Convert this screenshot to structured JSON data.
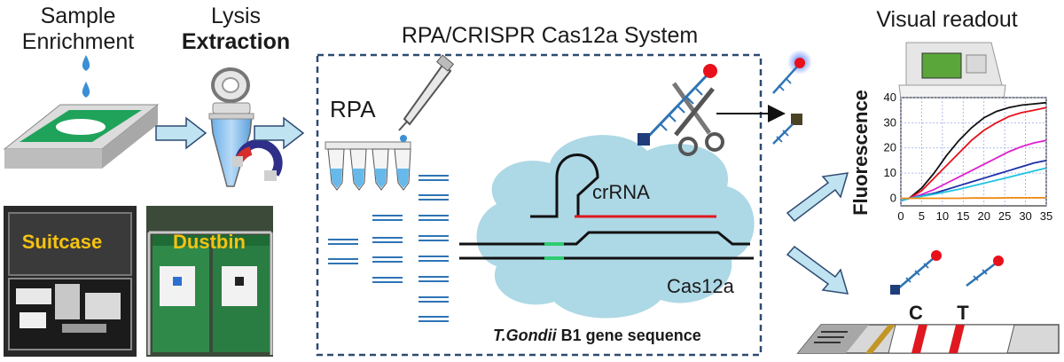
{
  "labels": {
    "sample_line1": "Sample",
    "sample_line2": "Enrichment",
    "lysis_line1": "Lysis",
    "lysis_line2": "Extraction",
    "system_title": "RPA/CRISPR Cas12a System",
    "rpa": "RPA",
    "crrna": "crRNA",
    "cas12a": "Cas12a",
    "gene_italic": "T.Gondii",
    "gene_rest": " B1 gene sequence",
    "visual_readout": "Visual readout",
    "suitcase": "Suitcase",
    "dustbin": "Dustbin",
    "strip_c": "C",
    "strip_t": "T"
  },
  "icons": [
    "water-drop-icon",
    "slide-icon",
    "tube-icon",
    "magnet-icon",
    "pipette-icon",
    "scissors-icon",
    "probe-icon",
    "device-icon",
    "strip-icon"
  ],
  "colors": {
    "frame": "#2e4a72",
    "cloud": "#add8e6",
    "arrow": "#bfe3f0",
    "red_strand": "#e0181f",
    "green_mark": "#2ecc71",
    "reporter_red": "#e8101a",
    "quencher_blue": "#1f3d7a"
  },
  "chart_data": {
    "type": "line",
    "title": "",
    "xlabel": "",
    "ylabel": "Fluorescence",
    "xlim": [
      0,
      35
    ],
    "ylim": [
      -3,
      40
    ],
    "xticks": [
      0,
      5,
      10,
      15,
      20,
      25,
      30,
      35
    ],
    "yticks": [
      0,
      10,
      20,
      30,
      40
    ],
    "grid": true,
    "series": [
      {
        "color": "#111111",
        "x": [
          0,
          2,
          5,
          8,
          11,
          14,
          17,
          20,
          23,
          26,
          29,
          32,
          35
        ],
        "y": [
          -1,
          0,
          4,
          10,
          17,
          23,
          28,
          32,
          34.5,
          36,
          37,
          37.5,
          38
        ]
      },
      {
        "color": "#e8101a",
        "x": [
          0,
          2,
          5,
          8,
          11,
          14,
          17,
          20,
          23,
          26,
          29,
          32,
          35
        ],
        "y": [
          -1,
          0,
          3,
          8,
          13,
          18,
          23,
          27,
          30,
          32.5,
          34,
          35,
          36
        ]
      },
      {
        "color": "#e020d0",
        "x": [
          0,
          2,
          5,
          8,
          11,
          14,
          17,
          20,
          23,
          26,
          29,
          32,
          35
        ],
        "y": [
          -1,
          0,
          1.5,
          3.5,
          6,
          8.5,
          11,
          13.5,
          16,
          18.5,
          20.5,
          22,
          23
        ]
      },
      {
        "color": "#1b2fa8",
        "x": [
          0,
          2,
          5,
          8,
          11,
          14,
          17,
          20,
          23,
          26,
          29,
          32,
          35
        ],
        "y": [
          -1,
          0,
          1,
          2,
          3.5,
          5,
          6.5,
          8,
          9.5,
          11,
          12.5,
          14,
          15
        ]
      },
      {
        "color": "#20c4e0",
        "x": [
          0,
          2,
          5,
          8,
          11,
          14,
          17,
          20,
          23,
          26,
          29,
          32,
          35
        ],
        "y": [
          -1,
          0,
          0.8,
          1.6,
          2.6,
          3.6,
          4.8,
          6,
          7.2,
          8.4,
          9.6,
          10.8,
          12
        ]
      },
      {
        "color": "#f08a10",
        "x": [
          0,
          2,
          5,
          8,
          11,
          14,
          17,
          20,
          23,
          26,
          29,
          32,
          35
        ],
        "y": [
          0,
          0,
          0,
          0,
          0,
          0,
          0.1,
          0.1,
          0.1,
          0.2,
          0.2,
          0.2,
          0.2
        ]
      }
    ]
  }
}
